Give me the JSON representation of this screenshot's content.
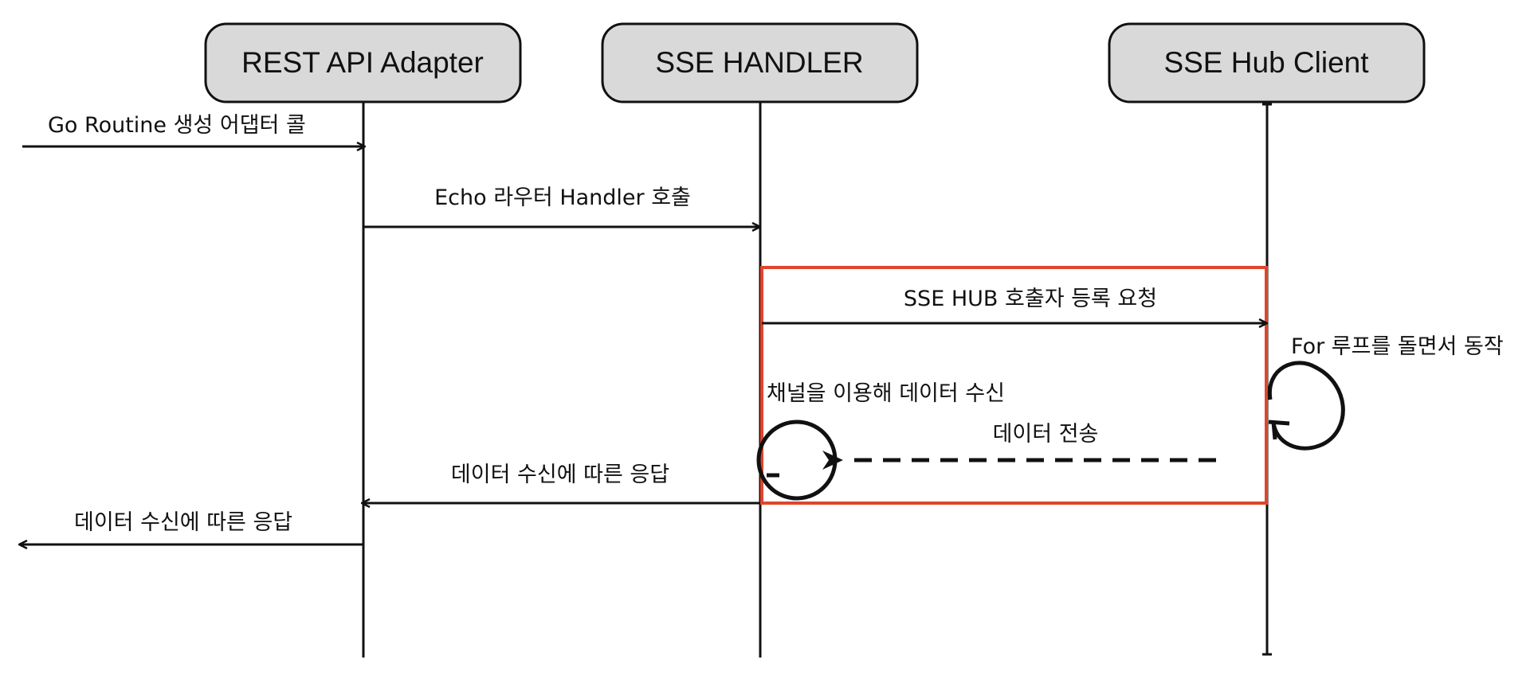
{
  "actors": [
    {
      "label": "REST API Adapter"
    },
    {
      "label": "SSE HANDLER"
    },
    {
      "label": "SSE Hub Client"
    }
  ],
  "messages": {
    "go_routine": "Go Routine 생성 어댑터 콜",
    "echo_router": "Echo 라우터 Handler 호출",
    "hub_register": "SSE HUB 호출자 등록 요청",
    "for_loop": "For 루프를 돌면서 동작",
    "channel_receive": "채널을 이용해 데이터 수신",
    "data_send": "데이터 전송",
    "response_1": "데이터 수신에 따른 응답",
    "response_2": "데이터 수신에 따른 응답"
  },
  "colors": {
    "frame": "#e0452d",
    "actor_fill": "#d9d9d9",
    "line": "#111111"
  }
}
